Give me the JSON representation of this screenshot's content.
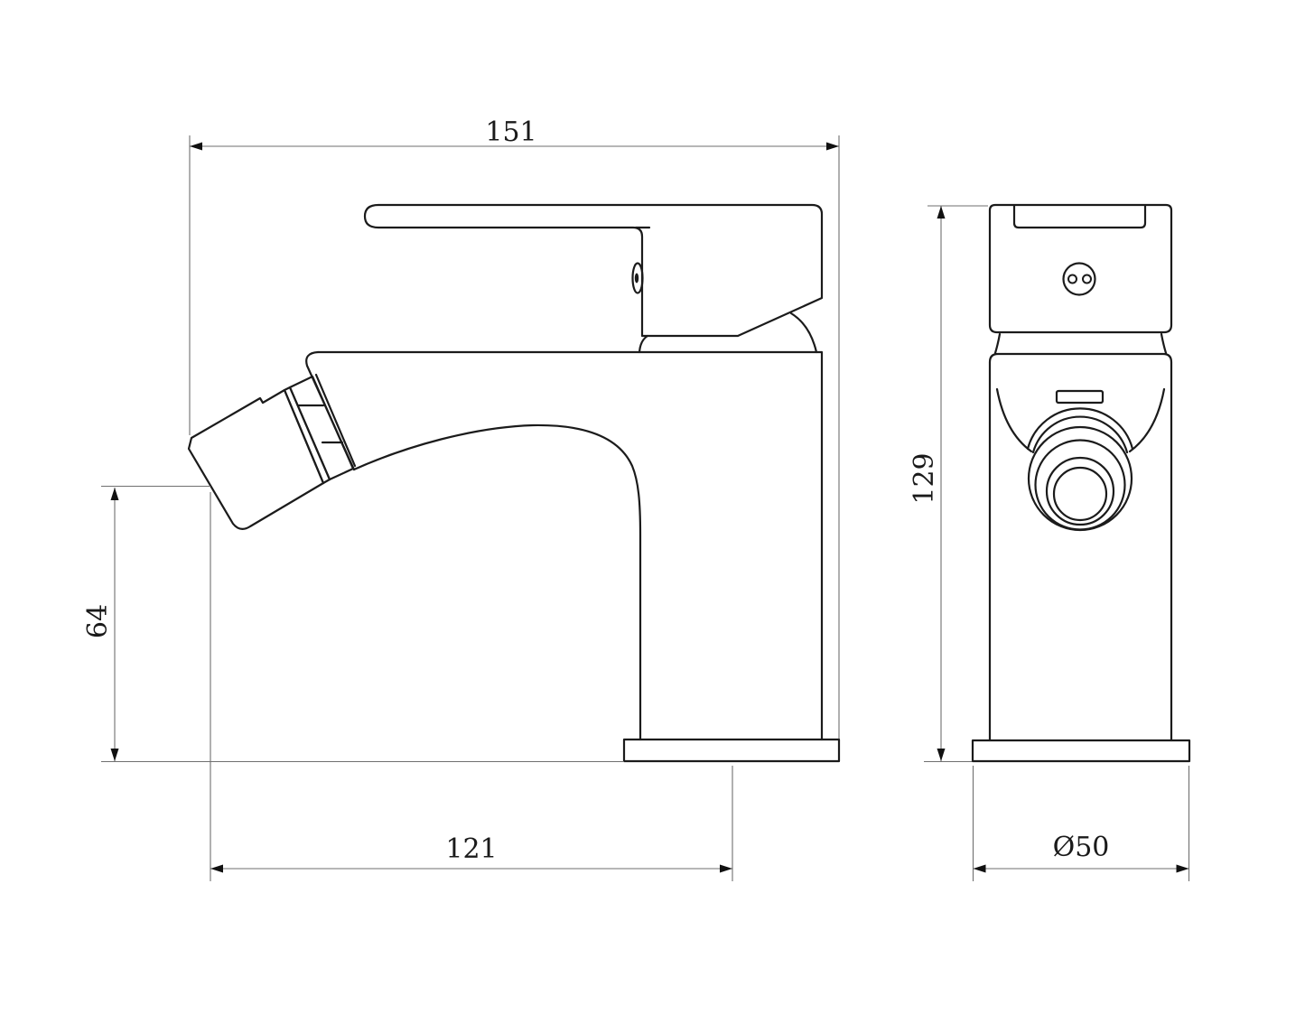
{
  "drawing": {
    "type": "technical-dimension-drawing",
    "subject": "single-lever bidet / basin mixer tap, two orthographic views",
    "colors": {
      "background": "#ffffff",
      "object_line": "#1b1b1b",
      "dim_line": "#6f6f6f",
      "arrow": "#111111",
      "text": "#1a1a1a"
    },
    "views": {
      "side": {
        "label": "side view (spout left)"
      },
      "front": {
        "label": "front view"
      }
    },
    "dimensions": {
      "width_overall": {
        "value": "151"
      },
      "spout_height": {
        "value": "64"
      },
      "spout_reach": {
        "value": "121"
      },
      "total_height": {
        "value": "129"
      },
      "base_diameter": {
        "value": "Ø50"
      }
    }
  }
}
